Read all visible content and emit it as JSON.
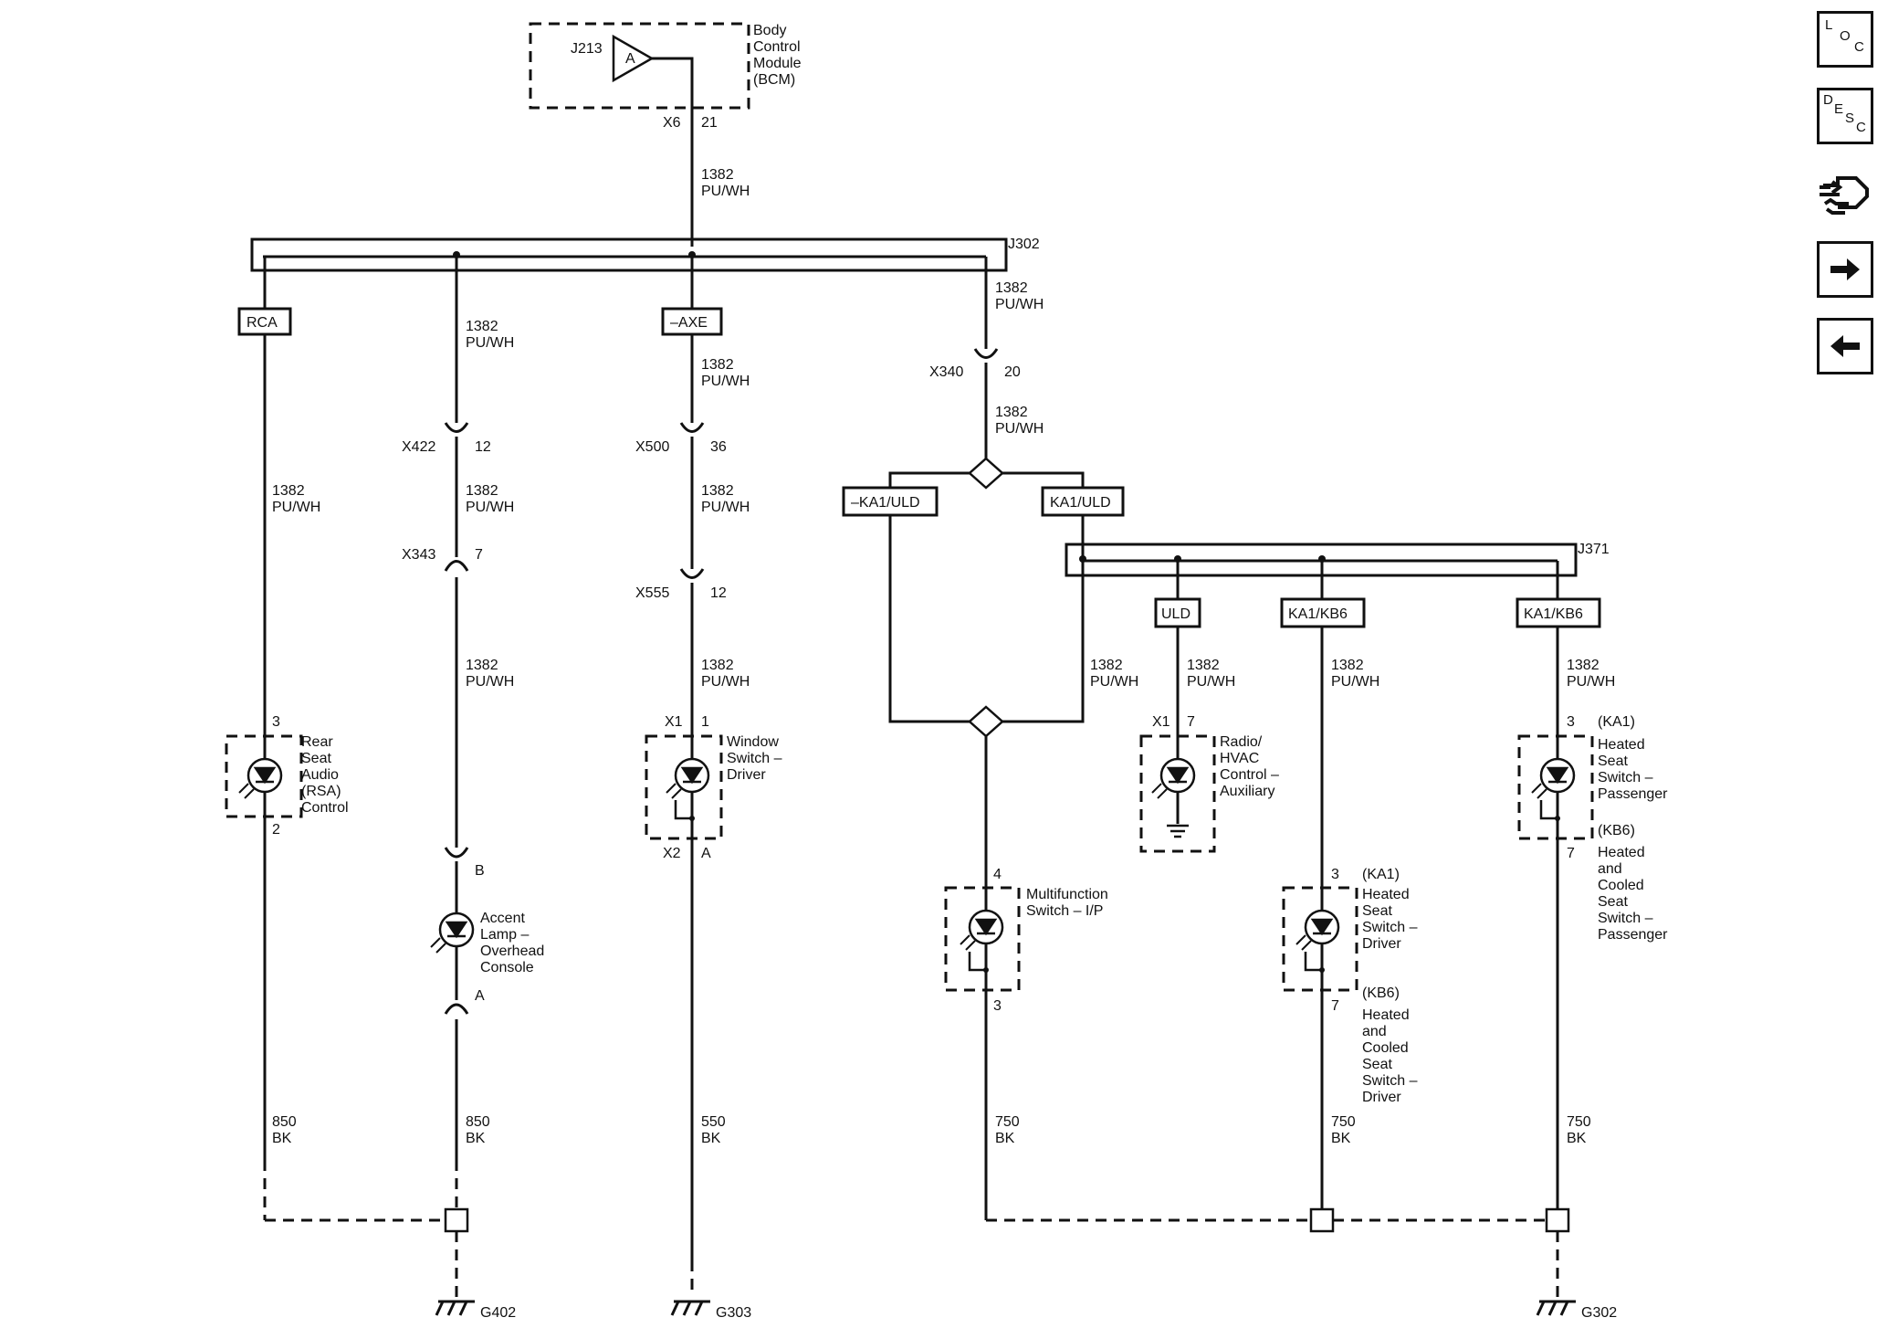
{
  "bcm": {
    "ref": "J213",
    "pin_letter": "A",
    "title_lines": [
      "Body",
      "Control",
      "Module",
      "(BCM)"
    ],
    "connector": "X6",
    "pin": "21"
  },
  "splices": {
    "j302": "J302",
    "j371": "J371"
  },
  "options": {
    "rca": "RCA",
    "axe": "–AXE",
    "ka1_uld_not": "–KA1/ULD",
    "ka1_uld": "KA1/ULD",
    "uld": "ULD",
    "ka1_kb6_a": "KA1/KB6",
    "ka1_kb6_b": "KA1/KB6"
  },
  "wires": {
    "w1382_top": [
      "1382",
      "PU/WH"
    ],
    "w1382_j302r": [
      "1382",
      "PU/WH"
    ],
    "w1382_x422": [
      "1382",
      "PU/WH"
    ],
    "w1382_axe": [
      "1382",
      "PU/WH"
    ],
    "w1382_x340": [
      "1382",
      "PU/WH"
    ],
    "w1382_rca": [
      "1382",
      "PU/WH"
    ],
    "w1382_x343": [
      "1382",
      "PU/WH"
    ],
    "w1382_x500": [
      "1382",
      "PU/WH"
    ],
    "w1382_accent": [
      "1382",
      "PU/WH"
    ],
    "w1382_x555": [
      "1382",
      "PU/WH"
    ],
    "w1382_ka1uld": [
      "1382",
      "PU/WH"
    ],
    "w1382_uld": [
      "1382",
      "PU/WH"
    ],
    "w1382_kb6a": [
      "1382",
      "PU/WH"
    ],
    "w1382_kb6b": [
      "1382",
      "PU/WH"
    ],
    "w850_a": [
      "850",
      "BK"
    ],
    "w850_b": [
      "850",
      "BK"
    ],
    "w550": [
      "550",
      "BK"
    ],
    "w750_a": [
      "750",
      "BK"
    ],
    "w750_b": [
      "750",
      "BK"
    ],
    "w750_c": [
      "750",
      "BK"
    ]
  },
  "connectors": {
    "x340": {
      "id": "X340",
      "pin": "20"
    },
    "x422": {
      "id": "X422",
      "pin": "12"
    },
    "x500": {
      "id": "X500",
      "pin": "36"
    },
    "x343": {
      "id": "X343",
      "pin": "7"
    },
    "x555": {
      "id": "X555",
      "pin": "12"
    },
    "accent_b": {
      "pin": "B"
    },
    "accent_a": {
      "pin": "A"
    }
  },
  "components": {
    "rsa": {
      "pin_top": "3",
      "pin_bottom": "2",
      "lines": [
        "Rear",
        "Seat",
        "Audio",
        "(RSA)",
        "Control"
      ]
    },
    "accent": {
      "lines": [
        "Accent",
        "Lamp –",
        "Overhead",
        "Console"
      ]
    },
    "window": {
      "conn_top": "X1",
      "pin_top": "1",
      "conn_bottom": "X2",
      "pin_bottom": "A",
      "lines": [
        "Window",
        "Switch –",
        "Driver"
      ]
    },
    "multifunction": {
      "pin_top": "4",
      "pin_bottom": "3",
      "lines": [
        "Multifunction",
        "Switch – I/P"
      ]
    },
    "radio": {
      "conn": "X1",
      "pin": "7",
      "lines": [
        "Radio/",
        "HVAC",
        "Control –",
        "Auxiliary"
      ]
    },
    "heated_driver": {
      "pin_top": "3",
      "pin_bottom": "7",
      "opt_top": "(KA1)",
      "opt_bottom": "(KB6)",
      "lines_top": [
        "Heated",
        "Seat",
        "Switch –",
        "Driver"
      ],
      "lines_bottom": [
        "Heated",
        "and",
        "Cooled",
        "Seat",
        "Switch –",
        "Driver"
      ]
    },
    "heated_pass": {
      "pin_top": "3",
      "pin_bottom": "7",
      "opt_top": "(KA1)",
      "opt_bottom": "(KB6)",
      "lines_top": [
        "Heated",
        "Seat",
        "Switch –",
        "Passenger"
      ],
      "lines_bottom": [
        "Heated",
        "and",
        "Cooled",
        "Seat",
        "Switch –",
        "Passenger"
      ]
    }
  },
  "grounds": {
    "g402": "G402",
    "g303": "G303",
    "g302": "G302"
  },
  "sidebar": {
    "loc": {
      "letters": [
        "L",
        "O",
        "C"
      ]
    },
    "desc": {
      "letters": [
        "D",
        "E",
        "S",
        "C"
      ]
    },
    "icons": [
      "component-view-icon",
      "next-arrow-icon",
      "previous-arrow-icon"
    ]
  }
}
